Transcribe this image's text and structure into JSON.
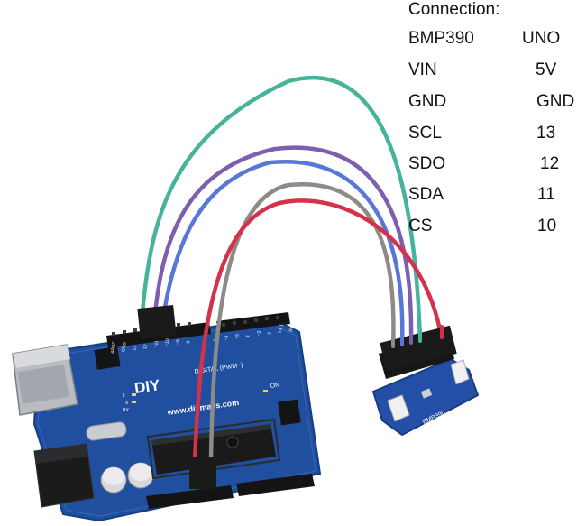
{
  "connection": {
    "title": "Connection:",
    "rows": [
      {
        "left": "BMP390",
        "right": "UNO"
      },
      {
        "left": "VIN",
        "right": "5V"
      },
      {
        "left": "GND",
        "right": "GND"
      },
      {
        "left": "SCL",
        "right": "13"
      },
      {
        "left": "SDO",
        "right": "12"
      },
      {
        "left": "SDA",
        "right": "11"
      },
      {
        "left": "CS",
        "right": "10"
      }
    ]
  },
  "board": {
    "brand": "DIY",
    "website": "www.diymalls.com",
    "digital_label": "DIGITAL (PWM~)",
    "on_label": "ON",
    "header_labels": [
      "AREF",
      "GND",
      "13",
      "12",
      "~11",
      "~10",
      "~9",
      "8",
      "7",
      "~6",
      "~5",
      "4",
      "~3",
      "2",
      "TX 1",
      "RX 0"
    ],
    "led_labels": [
      "L",
      "TX",
      "RX"
    ]
  },
  "sensor": {
    "name": "BMP390"
  },
  "colors": {
    "wire_teal": "#46b39a",
    "wire_purple": "#7d5fb0",
    "wire_blue": "#5877d6",
    "wire_red": "#d4324a",
    "wire_gray": "#8e8b86",
    "board_blue": "#1d4f9c",
    "sensor_blue": "#2450a8"
  }
}
